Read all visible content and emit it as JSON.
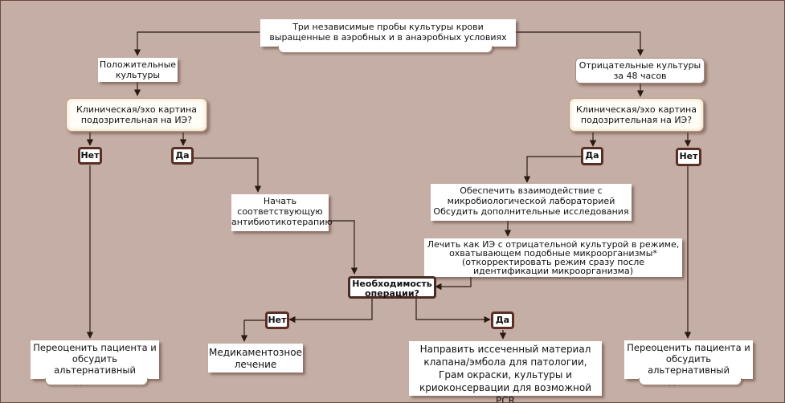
{
  "colors": {
    "background": "#c5aea5",
    "connector": "#2a1a14",
    "badge_border": "#5a2e24"
  },
  "nodes": {
    "top": "Три независимые пробы культуры крови\nвыращенные в аэробных и в анаэробных условиях",
    "positive": "Положительные\nкультуры",
    "negative": "Отрицательные культуры\nза 48 часов",
    "clinical_left": "Клиническая/эхо картина\nподозрительная на ИЭ?",
    "clinical_right": "Клиническая/эхо картина\nподозрительная на ИЭ?",
    "start_antibiotics": "Начать\nсоответствующую\nантибиотикотерапию",
    "lab_contact": "Обеспечить взаимодействие с\nмикробиологической лабораторией\nОбсудить дополнительные исследования",
    "treat_negative": "Лечить как ИЭ с отрицательной культурой в режиме,\nохватывающем подобные микроорганизмы*\n(откорректировать режим сразу после\nидентификации микроорганизма)",
    "surgery_question": "Необходимость\nоперации?",
    "medical_treatment": "Медикаментозное\nлечение",
    "send_material": "Направить иссеченный материал\nклапана/эмбола для патологии,\nГрам окраски, культуры и\nкриоконсервации для возможной PCR",
    "reassess_left": "Переоценить пациента и\nобсудить альтернативный\nдиагноз",
    "reassess_right": "Переоценить пациента и\nобсудить альтернативный\nдиагноз"
  },
  "badges": {
    "no_left": "Нет",
    "yes_left": "Да",
    "yes_right": "Да",
    "no_right": "Нет",
    "no_surgery": "Нет",
    "yes_surgery": "Да"
  }
}
